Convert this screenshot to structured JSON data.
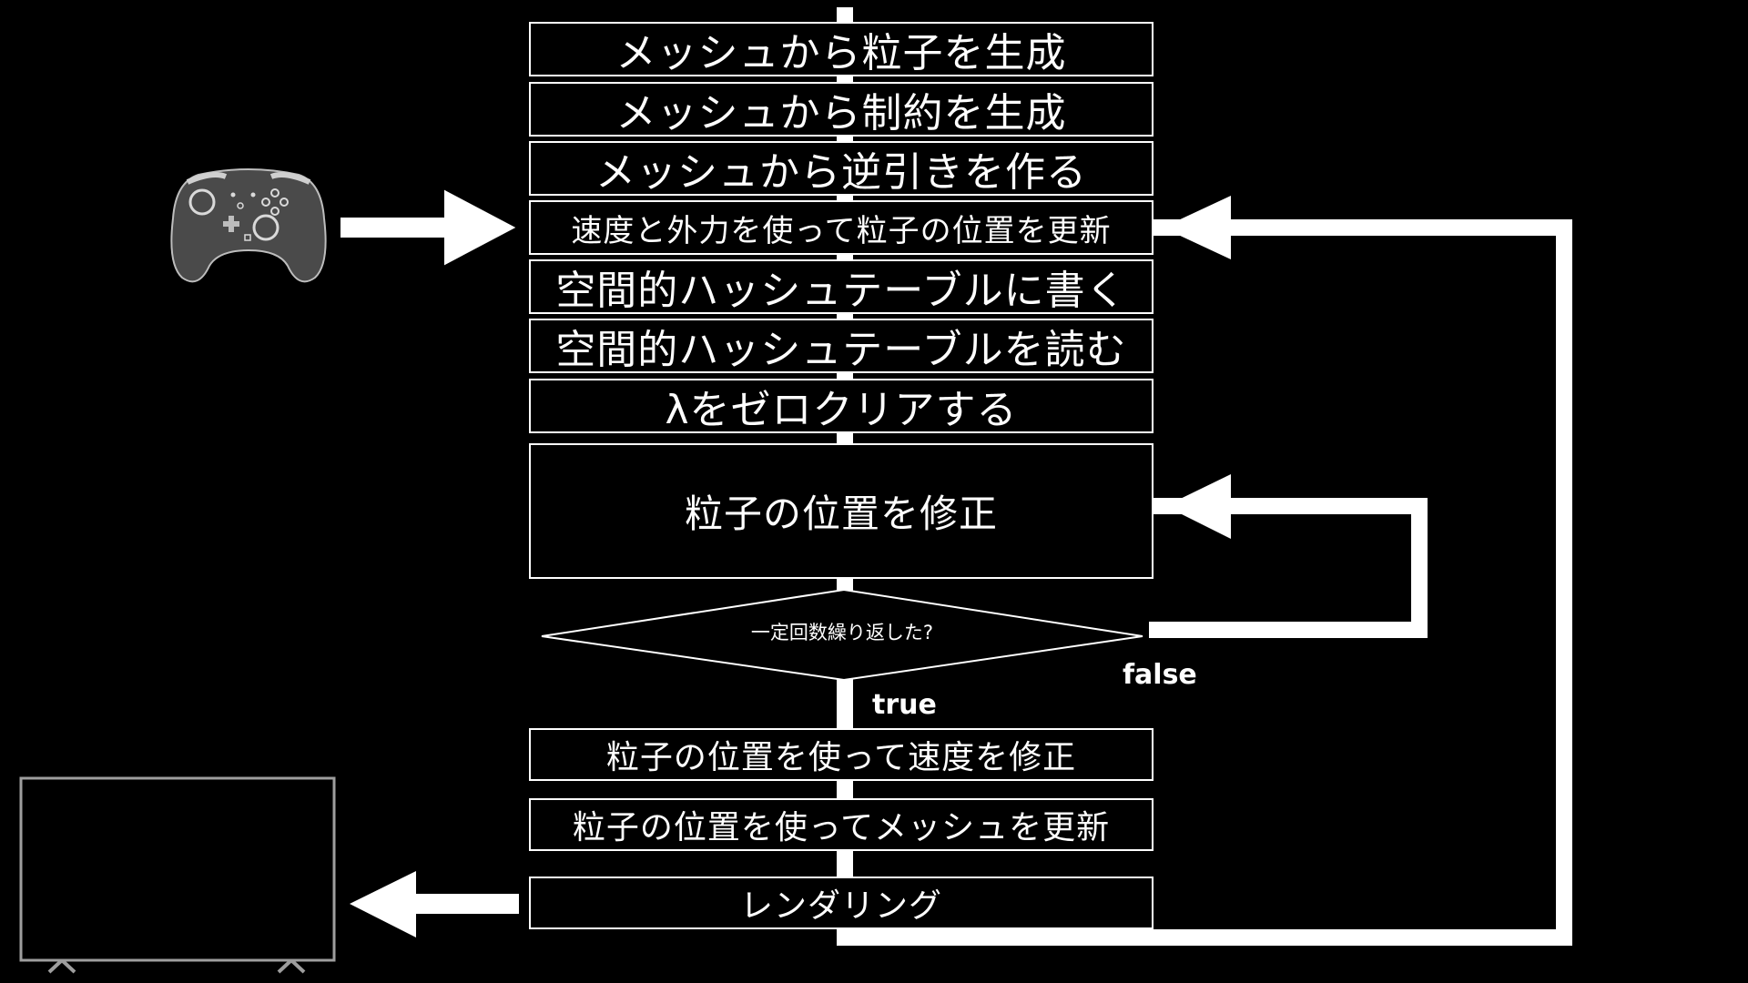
{
  "flow": {
    "steps": [
      "メッシュから粒子を生成",
      "メッシュから制約を生成",
      "メッシュから逆引きを作る",
      "速度と外力を使って粒子の位置を更新",
      "空間的ハッシュテーブルに書く",
      "空間的ハッシュテーブルを読む",
      "λをゼロクリアする",
      "粒子の位置を修正"
    ],
    "decision": "一定回数繰り返した?",
    "true_label": "true",
    "false_label": "false",
    "after_steps": [
      "粒子の位置を使って速度を修正",
      "粒子の位置を使ってメッシュを更新",
      "レンダリング"
    ]
  },
  "icons": {
    "input_device": "gamepad-icon",
    "output_device": "monitor-icon"
  },
  "colors": {
    "background": "#000000",
    "foreground": "#ffffff",
    "gamepad": "#4a4a4a"
  }
}
